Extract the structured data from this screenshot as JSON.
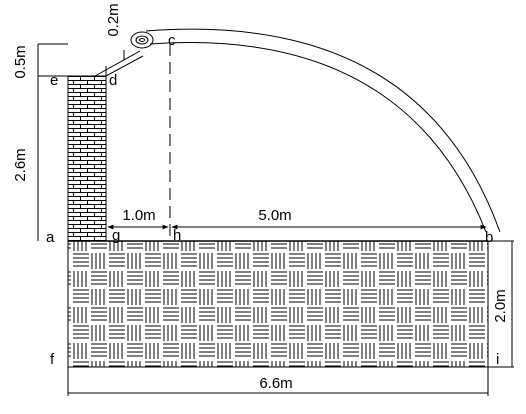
{
  "points": {
    "a": "a",
    "b": "b",
    "c": "c",
    "d": "d",
    "e": "e",
    "f": "f",
    "g": "g",
    "h": "h",
    "i": "i"
  },
  "dimensions": {
    "top_offset": "0.5m",
    "small_rise": "0.2m",
    "wall_height": "2.6m",
    "gap": "1.0m",
    "span": "5.0m",
    "ground_depth": "2.0m",
    "ground_width": "6.6m"
  }
}
